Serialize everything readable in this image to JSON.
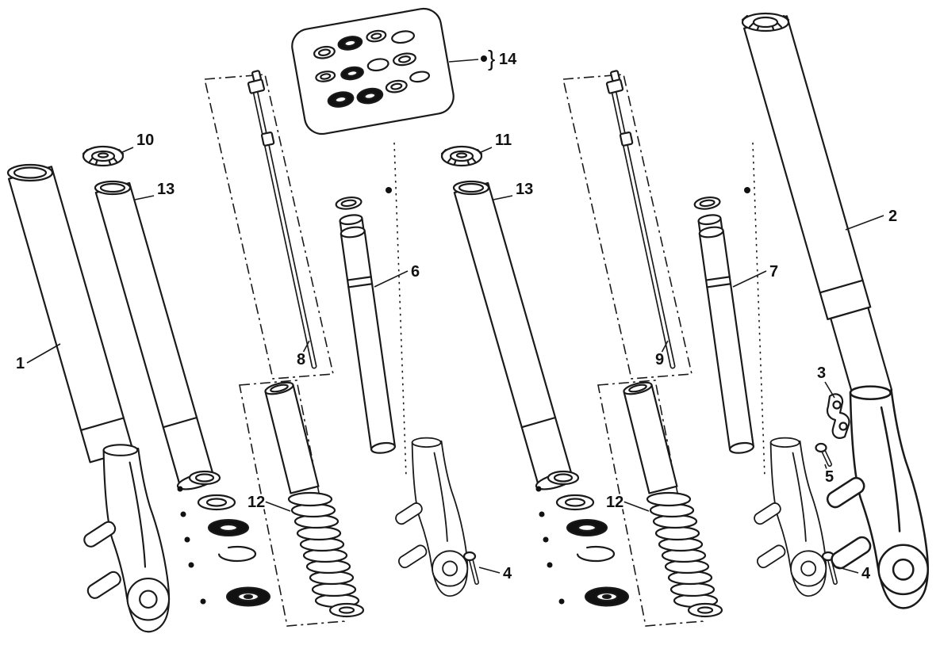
{
  "diagram": {
    "style": {
      "line_color": "#1a1a1a",
      "background": "#ffffff",
      "dark_fill": "#111111"
    },
    "callouts": {
      "n1": {
        "label": "1"
      },
      "n2": {
        "label": "2"
      },
      "n3": {
        "label": "3"
      },
      "n4": {
        "label": "4"
      },
      "n5": {
        "label": "5"
      },
      "n6": {
        "label": "6"
      },
      "n7": {
        "label": "7"
      },
      "n8": {
        "label": "8"
      },
      "n9": {
        "label": "9"
      },
      "n10": {
        "label": "10"
      },
      "n11": {
        "label": "11"
      },
      "n12": {
        "label": "12"
      },
      "n13": {
        "label": "13"
      },
      "n14": {
        "label": "14",
        "brace": "}"
      }
    }
  }
}
